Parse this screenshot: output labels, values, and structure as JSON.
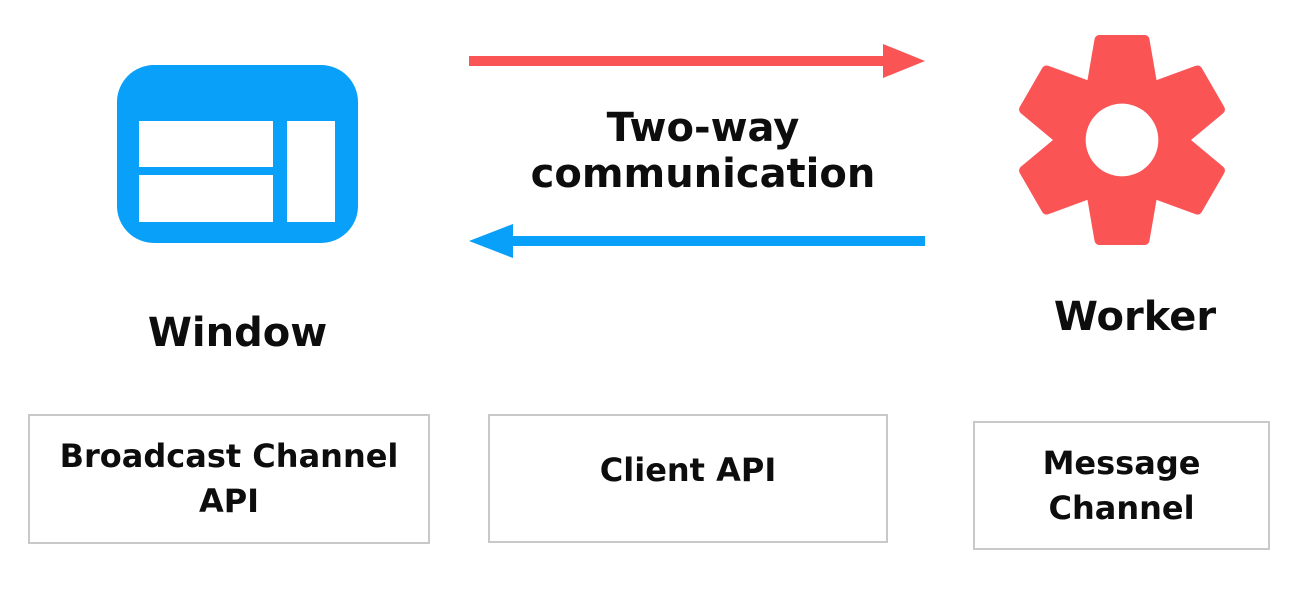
{
  "heading": {
    "lines": [
      "Two-way",
      "communication"
    ]
  },
  "nodes": {
    "window": {
      "label": "Window",
      "icon": "browser-window-icon",
      "color": "#08a0f8"
    },
    "worker": {
      "label": "Worker",
      "icon": "gear-icon",
      "color": "#fb5454"
    }
  },
  "arrows": [
    {
      "name": "window-to-worker",
      "direction": "right",
      "color": "#fb5454"
    },
    {
      "name": "worker-to-window",
      "direction": "left",
      "color": "#08a0f8"
    }
  ],
  "boxes": [
    {
      "full_label": "Broadcast Channel API",
      "lines": [
        "Broadcast Channel",
        "API"
      ]
    },
    {
      "full_label": "Client API",
      "lines": [
        "Client API"
      ]
    },
    {
      "full_label": "Message Channel",
      "lines": [
        "Message",
        "Channel"
      ]
    }
  ],
  "colors": {
    "background": "#ffffff",
    "blue": "#08a0f8",
    "red": "#fb5454",
    "box_border": "#c9c9c9",
    "text": "#0d0d0d"
  }
}
